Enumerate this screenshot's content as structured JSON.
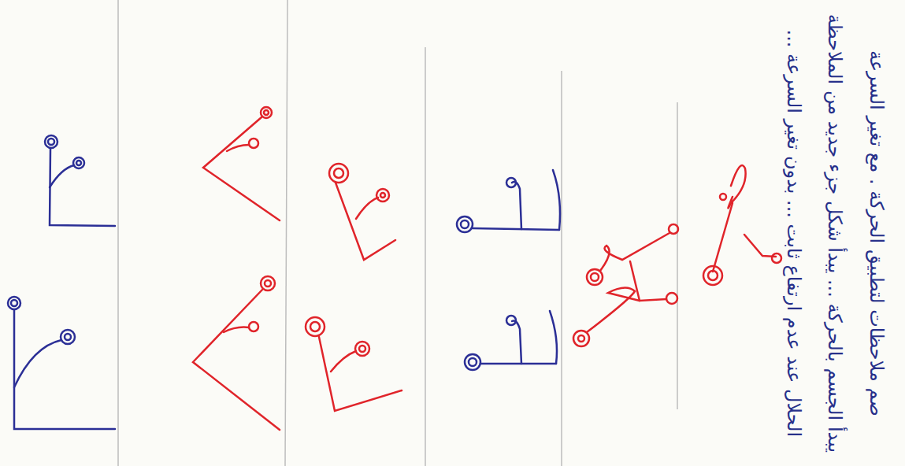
{
  "diagram": {
    "labels": [
      "صم ملاحظات لتطبيق الحركة . مع تغير السرعة",
      "يبدأ الجسم بالحركة ... يبدأ شكل جزء جديد من الملاحظة",
      "الحلال عند عدم ارتفاع ثابت ... بدون تغير السرعة ..."
    ]
  }
}
